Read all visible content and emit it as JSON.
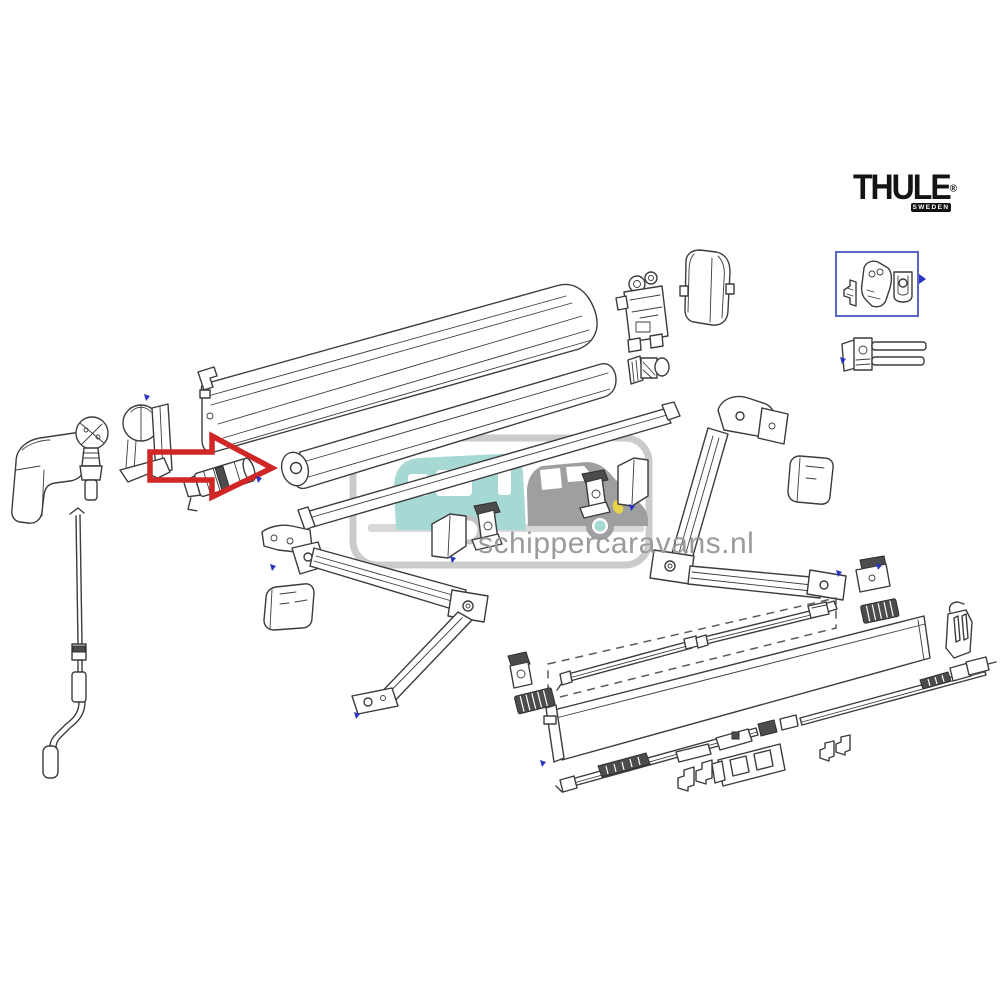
{
  "logo": {
    "brand": "THULE",
    "registered": "®",
    "subtext": "SWEDEN"
  },
  "watermark": {
    "text": "schippercaravans.nl"
  },
  "colors": {
    "line": "#3c3c3c",
    "arrow_red": "#d02626",
    "box_blue": "#5a66c8",
    "tick_blue": "#2a35c0",
    "caravan_teal": "#a7d9d4",
    "car_gray": "#9d9fa1",
    "watermark_gray": "#9b9b9b",
    "frame_gray": "#cbcbcb",
    "headlight_yellow": "#e6d34a",
    "dark_part": "#4c4c4c",
    "background": "#ffffff"
  }
}
